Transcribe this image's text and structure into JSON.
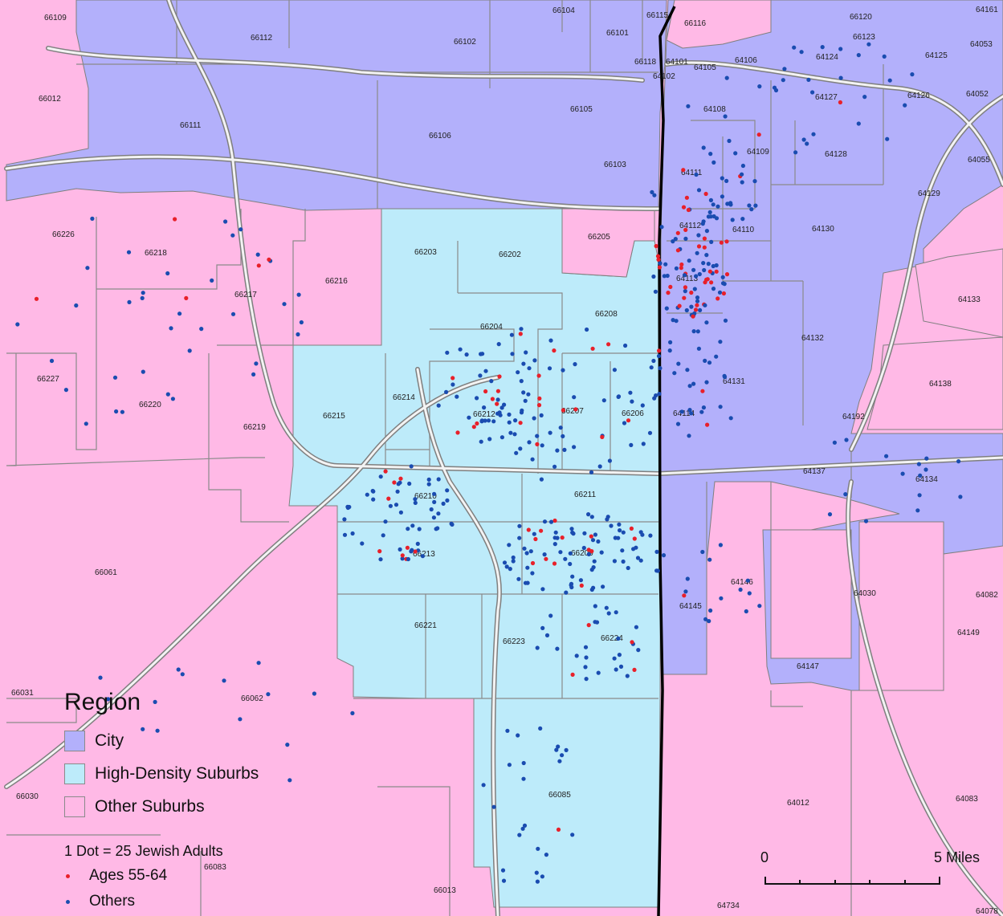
{
  "legend": {
    "title": "Region",
    "categories": [
      {
        "label": "City",
        "color": "#b3b0fb"
      },
      {
        "label": "High-Density Suburbs",
        "color": "#bdebfa"
      },
      {
        "label": "Other Suburbs",
        "color": "#ffb9e6"
      }
    ],
    "dot_key": "1 Dot = 25 Jewish Adults",
    "dots": [
      {
        "label": "Ages 55-64",
        "color": "#e8202a"
      },
      {
        "label": "Others",
        "color": "#1a4cb0"
      }
    ]
  },
  "scale_bar": {
    "start": "0",
    "end": "5 Miles"
  },
  "zip_labels": [
    "66109",
    "66112",
    "66102",
    "66104",
    "66101",
    "66115",
    "66116",
    "66120",
    "64161",
    "66123",
    "64125",
    "64053",
    "66118",
    "64101",
    "64105",
    "64106",
    "64124",
    "64102",
    "66012",
    "66111",
    "66105",
    "66106",
    "64108",
    "64127",
    "64126",
    "64052",
    "66103",
    "64109",
    "64128",
    "64055",
    "64111",
    "64129",
    "66226",
    "66218",
    "66203",
    "66202",
    "66205",
    "64112",
    "64110",
    "64130",
    "66216",
    "66217",
    "64113",
    "64133",
    "66208",
    "66204",
    "64132",
    "66227",
    "66220",
    "66214",
    "66215",
    "66212",
    "66207",
    "66206",
    "64114",
    "64131",
    "64138",
    "64192",
    "66219",
    "66210",
    "66211",
    "64137",
    "64134",
    "66213",
    "66209",
    "66061",
    "64146",
    "64145",
    "64030",
    "64082",
    "66221",
    "66223",
    "66224",
    "64149",
    "64147",
    "66031",
    "66062",
    "66030",
    "66085",
    "64012",
    "64083",
    "66083",
    "66013",
    "64734",
    "64078"
  ]
}
